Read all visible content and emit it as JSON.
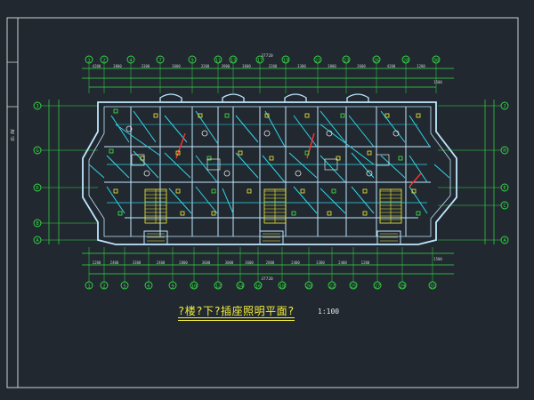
{
  "drawing": {
    "title": "?楼?下?插座照明平面?",
    "scale": "1:100",
    "total_dimension": "37720"
  },
  "axes": {
    "top": [
      "1",
      "2",
      "4",
      "7",
      "9",
      "11",
      "13",
      "17",
      "19",
      "21",
      "23",
      "26",
      "28",
      "30"
    ],
    "bottom": [
      "1",
      "2",
      "5",
      "6",
      "9",
      "10",
      "12",
      "14",
      "16",
      "18",
      "20",
      "22",
      "25",
      "27",
      "29",
      "31"
    ],
    "left": [
      "J",
      "G",
      "D",
      "B",
      "A"
    ],
    "right": [
      "J",
      "H",
      "E",
      "C",
      "A"
    ]
  },
  "dims": {
    "top": [
      "4200",
      "3800",
      "3300",
      "3600",
      "3200",
      "3900",
      "3600",
      "3200",
      "3300",
      "3800",
      "3600",
      "4200",
      "1200"
    ],
    "bottom": [
      "1200",
      "2400",
      "3300",
      "2400",
      "2800",
      "3600",
      "3000",
      "3600",
      "2800",
      "2400",
      "3300",
      "2400",
      "1200"
    ]
  },
  "colors": {
    "wall": "#bfe7ff",
    "wire": "#2fd7e8",
    "axis": "#33dd44",
    "label": "#f4ef3a",
    "red": "#ff3030"
  }
}
